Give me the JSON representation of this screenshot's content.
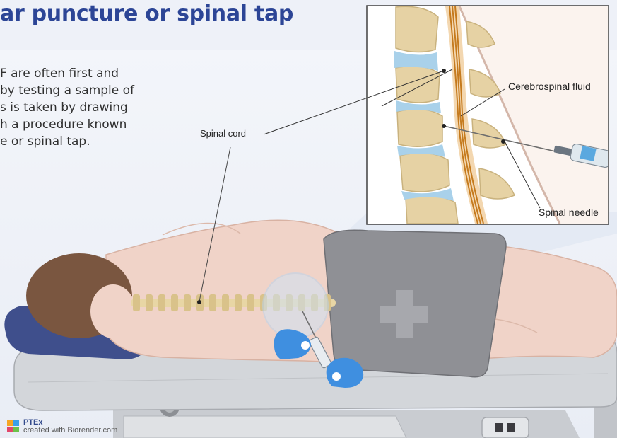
{
  "title": "ar puncture or spinal tap",
  "intro_lines": [
    "F are often first and",
    "by testing a sample of",
    "s is taken by drawing",
    "h a procedure known",
    "e or spinal tap."
  ],
  "labels": {
    "spinal_cord": "Spinal cord",
    "cerebrospinal_fluid": "Cerebrospinal fluid",
    "spinal_needle": "Spinal needle"
  },
  "footer": {
    "brand": "PTEx",
    "credit": "created with Biorender.com"
  },
  "colors": {
    "title": "#2c4596",
    "background_band": "#eef1f8",
    "skin": "#f0d3c8",
    "hair": "#7a5640",
    "pillow": "#3f4f8c",
    "glove": "#3f8fe0",
    "drape": "#8f9095",
    "bed": "#cfd2d6",
    "bone": "#e8d6a5",
    "cord": "#d9952e",
    "disc": "#a9d1ea"
  }
}
